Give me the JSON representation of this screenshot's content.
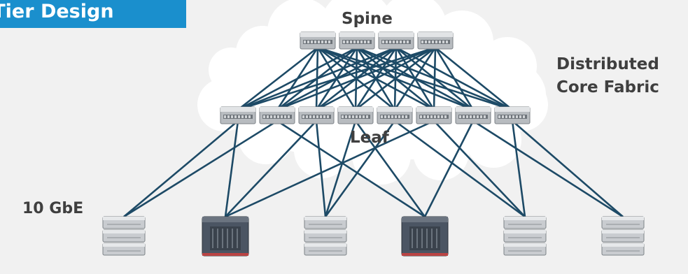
{
  "title": "-Tier Design",
  "spine_label": "Spine",
  "leaf_label": "Leaf",
  "fabric_label_line1": "Distributed",
  "fabric_label_line2": "Core Fabric",
  "server_link_label": "10 GbE",
  "colors": {
    "banner": "#1a8fcd",
    "link": "#1d4a66",
    "text": "#3f3f3f",
    "cloud": "#ffffff",
    "server_light": "#c9ccd0",
    "server_dark": "#4b5563"
  },
  "topology": {
    "spine_count": 4,
    "leaf_count": 8,
    "servers": [
      {
        "style": "light"
      },
      {
        "style": "dark"
      },
      {
        "style": "light"
      },
      {
        "style": "dark"
      },
      {
        "style": "light"
      },
      {
        "style": "light"
      }
    ],
    "leaf_server_links": [
      [
        0,
        0
      ],
      [
        0,
        1
      ],
      [
        1,
        0
      ],
      [
        1,
        3
      ],
      [
        2,
        1
      ],
      [
        2,
        2
      ],
      [
        3,
        2
      ],
      [
        3,
        3
      ],
      [
        4,
        2
      ],
      [
        4,
        4
      ],
      [
        5,
        1
      ],
      [
        5,
        4
      ],
      [
        6,
        3
      ],
      [
        6,
        5
      ],
      [
        7,
        4
      ],
      [
        7,
        5
      ]
    ]
  }
}
